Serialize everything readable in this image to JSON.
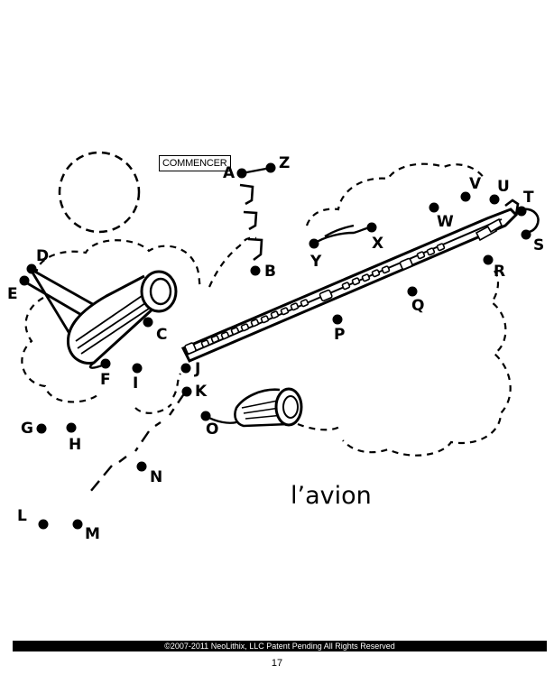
{
  "start_label": "COMMENCER",
  "caption": "l’avion",
  "footer": {
    "copyright": "©2007-2011  NeoLithix, LLC  Patent Pending  All Rights Reserved",
    "page_number": "17"
  },
  "dot_labels": {
    "A": "A",
    "B": "B",
    "C": "C",
    "D": "D",
    "E": "E",
    "F": "F",
    "G": "G",
    "H": "H",
    "I": "I",
    "J": "J",
    "K": "K",
    "L": "L",
    "M": "M",
    "N": "N",
    "O": "O",
    "P": "P",
    "Q": "Q",
    "R": "R",
    "S": "S",
    "T": "T",
    "U": "U",
    "V": "V",
    "W": "W",
    "X": "X",
    "Y": "Y",
    "Z": "Z"
  }
}
